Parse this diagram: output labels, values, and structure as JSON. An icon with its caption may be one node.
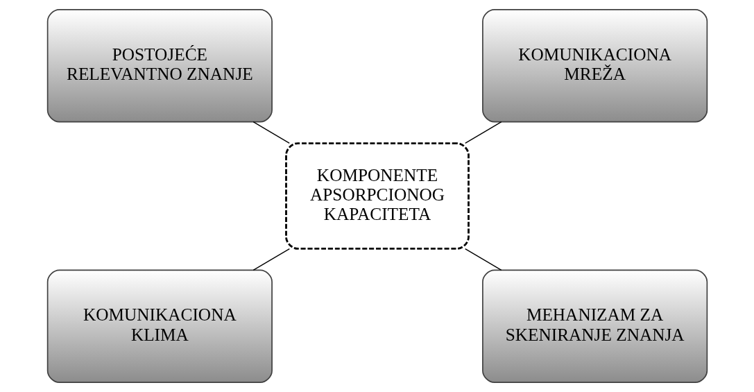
{
  "diagram": {
    "nodes": [
      {
        "text": [
          "POSTOJEĆE RELEVANTNO ZNANJE"
        ]
      },
      {
        "text": [
          "KOMUNIKACIONA MREŽA"
        ]
      },
      {
        "text": [
          "KOMPONENTE APSORPCIONOG KAPACITETA"
        ]
      },
      {
        "text": [
          "KOMUNIKACIONA KLIMA"
        ]
      },
      {
        "text": [
          "MEHANIZAM ZA SKENIRANJE ZNANJA"
        ]
      }
    ],
    "edges": [
      {
        "from": 0,
        "to": 2,
        "arrow": "none"
      },
      {
        "from": 1,
        "to": 2,
        "arrow": "none"
      },
      {
        "from": 2,
        "to": 3,
        "arrow": "none"
      },
      {
        "from": 2,
        "to": 4,
        "arrow": "none"
      }
    ]
  }
}
